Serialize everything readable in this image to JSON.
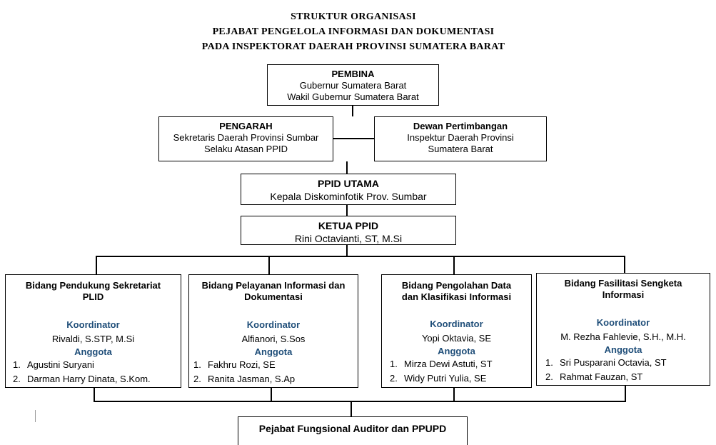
{
  "header": {
    "line1": "STRUKTUR ORGANISASI",
    "line2": "PEJABAT PENGELOLA INFORMASI DAN DOKUMENTASI",
    "line3": "PADA INSPEKTORAT DAERAH PROVINSI SUMATERA BARAT"
  },
  "pembina": {
    "title": "PEMBINA",
    "line1": "Gubernur Sumatera Barat",
    "line2": "Wakil Gubernur Sumatera Barat"
  },
  "pengarah": {
    "title": "PENGARAH",
    "line1": "Sekretaris Daerah Provinsi Sumbar",
    "line2": "Selaku Atasan PPID"
  },
  "dewan": {
    "title": "Dewan Pertimbangan",
    "line1": "Inspektur Daerah Provinsi",
    "line2": "Sumatera Barat"
  },
  "ppid_utama": {
    "title": "PPID UTAMA",
    "line1": "Kepala Diskominfotik Prov. Sumbar"
  },
  "ketua": {
    "title": "KETUA PPID",
    "line1": "Rini Octavianti, ST, M.Si"
  },
  "bidang": [
    {
      "title1": "Bidang Pendukung Sekretariat",
      "title2": "PLID",
      "koordinator_label": "Koordinator",
      "koordinator": "Rivaldi, S.STP, M.Si",
      "anggota_label": "Anggota",
      "anggota": [
        {
          "no": "1.",
          "name": "Agustini Suryani"
        },
        {
          "no": "2.",
          "name": "Darman Harry Dinata, S.Kom."
        }
      ]
    },
    {
      "title1": "Bidang Pelayanan Informasi dan",
      "title2": "Dokumentasi",
      "koordinator_label": "Koordinator",
      "koordinator": "Alfianori, S.Sos",
      "anggota_label": "Anggota",
      "anggota": [
        {
          "no": "1.",
          "name": "Fakhru Rozi, SE"
        },
        {
          "no": "2.",
          "name": "Ranita Jasman, S.Ap"
        }
      ]
    },
    {
      "title1": "Bidang Pengolahan Data",
      "title2": "dan Klasifikasi Informasi",
      "koordinator_label": "Koordinator",
      "koordinator": "Yopi Oktavia, SE",
      "anggota_label": "Anggota",
      "anggota": [
        {
          "no": "1.",
          "name": "Mirza Dewi Astuti, ST"
        },
        {
          "no": "2.",
          "name": "Widy Putri Yulia, SE"
        }
      ]
    },
    {
      "title1": "Bidang Fasilitasi Sengketa",
      "title2": "Informasi",
      "koordinator_label": "Koordinator",
      "koordinator": "M. Rezha Fahlevie, S.H., M.H.",
      "anggota_label": "Anggota",
      "anggota": [
        {
          "no": "1.",
          "name": "Sri Pusparani Octavia, ST"
        },
        {
          "no": "2.",
          "name": "Rahmat Fauzan, ST"
        }
      ]
    }
  ],
  "fungsional": {
    "title": "Pejabat Fungsional Auditor dan PPUPD"
  }
}
